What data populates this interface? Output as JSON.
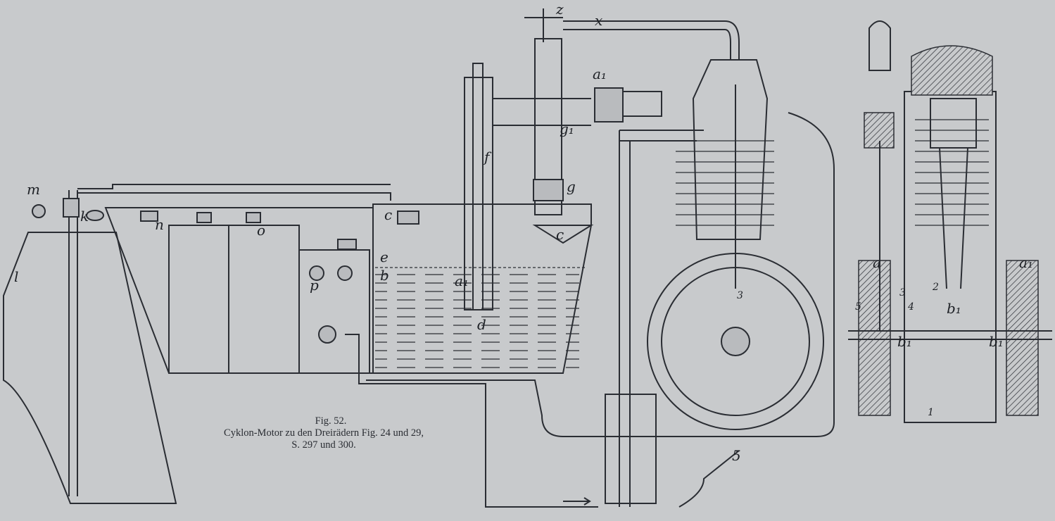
{
  "caption": {
    "figure": "Fig. 52.",
    "line1": "Cyklon-Motor zu den Dreirädern Fig. 24 und 29,",
    "line2": "S. 297 und 300."
  },
  "labels": {
    "x": "x",
    "z": "z",
    "a1_top": "a₁",
    "g1": "g₁",
    "f": "f",
    "g": "g",
    "c_left": "c",
    "c_right": "c",
    "e": "e",
    "b": "b",
    "a1_tank": "a₁",
    "d": "d",
    "n": "n",
    "o": "o",
    "p": "p",
    "m": "m",
    "k": "k",
    "l": "l",
    "five": "5"
  },
  "section_labels": {
    "a": "a",
    "a1": "a₁",
    "n1": "1",
    "n2": "2",
    "n3": "3",
    "n4": "4",
    "n5": "5",
    "b1_top": "b₁",
    "b1_left": "b₁",
    "b1_right": "b₁",
    "n3_engine": "3"
  }
}
